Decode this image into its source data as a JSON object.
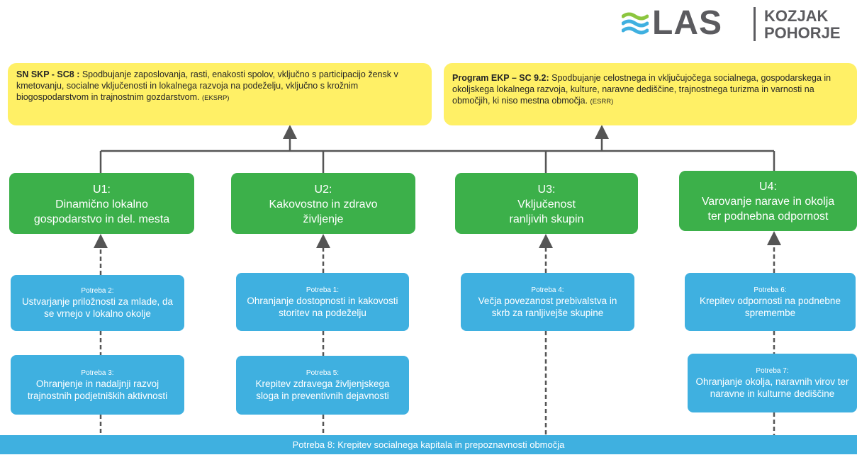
{
  "logo": {
    "brand": "LAS",
    "line1": "KOZJAK",
    "line2": "POHORJE",
    "wave_colors": [
      "#8cc63f",
      "#3fb0e0"
    ]
  },
  "objectives": [
    {
      "title": "SN SKP - SC8 :",
      "text": " Spodbujanje zaposlovanja, rasti, enakosti spolov, vključno s participacijo žensk v kmetovanju, socialne vključenosti in lokalnega razvoja na podeželju, vključno s krožnim biogospodarstvom in trajnostnim gozdarstvom. ",
      "fund": "(EKSRP)"
    },
    {
      "title": "Program EKP – SC 9.2:",
      "text": " Spodbujanje celostnega in vključujočega socialnega, gospodarskega in okoljskega lokalnega razvoja, kulture, naravne dediščine, trajnostnega turizma in varnosti na območjih, ki niso mestna območja. ",
      "fund": "(ESRR)"
    }
  ],
  "goals": [
    {
      "code": "U1:",
      "line1": "Dinamično lokalno",
      "line2": "gospodarstvo in del. mesta"
    },
    {
      "code": "U2:",
      "line1": "Kakovostno in zdravo",
      "line2": "življenje"
    },
    {
      "code": "U3:",
      "line1": "Vključenost",
      "line2": "ranljivih skupin"
    },
    {
      "code": "U4:",
      "line1": "Varovanje narave in okolja",
      "line2": "ter podnebna odpornost"
    }
  ],
  "needs": [
    {
      "label": "Potreba 2:",
      "text": "Ustvarjanje priložnosti za mlade, da se vrnejo v lokalno okolje"
    },
    {
      "label": "Potreba 3:",
      "text": "Ohranjenje in nadaljnji razvoj trajnostnih podjetniških aktivnosti"
    },
    {
      "label": "Potreba 1:",
      "text": "Ohranjanje dostopnosti in kakovosti storitev na podeželju"
    },
    {
      "label": "Potreba 5:",
      "text": "Krepitev zdravega življenjskega sloga in preventivnih dejavnosti"
    },
    {
      "label": "Potreba 4:",
      "text": "Večja povezanost prebivalstva in skrb za ranljivejše skupine"
    },
    {
      "label": "Potreba 6:",
      "text": "Krepitev odpornosti na podnebne spremembe"
    },
    {
      "label": "Potreba 7:",
      "text": "Ohranjanje okolja, naravnih virov ter naravne in kulturne dediščine"
    }
  ],
  "bottom": {
    "text": "Potreba 8: Krepitev socialnega kapitala in prepoznavnosti območja"
  },
  "colors": {
    "yellow": "#fff066",
    "green": "#3cb04a",
    "blue": "#3fb0e0",
    "connector": "#555555"
  }
}
